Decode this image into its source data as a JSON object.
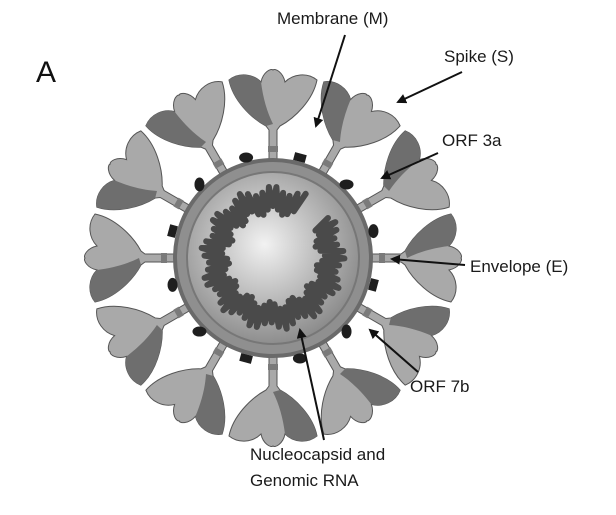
{
  "panel_label": "A",
  "labels": {
    "membrane": "Membrane (M)",
    "spike": "Spike (S)",
    "orf3a": "ORF 3a",
    "envelope": "Envelope (E)",
    "orf7b": "ORF 7b",
    "nucleocapsid_line1": "Nucleocapsid and",
    "nucleocapsid_line2": "Genomic RNA"
  },
  "colors": {
    "spike_dark": "#6e6e6e",
    "spike_light": "#a9a9a9",
    "membrane_ring": "#8f8f8f",
    "core_center": "#f2f2f2",
    "core_edge": "#8a8a8a",
    "rna": "#4a4a4a",
    "protein_dark": "#1e1e1e"
  }
}
